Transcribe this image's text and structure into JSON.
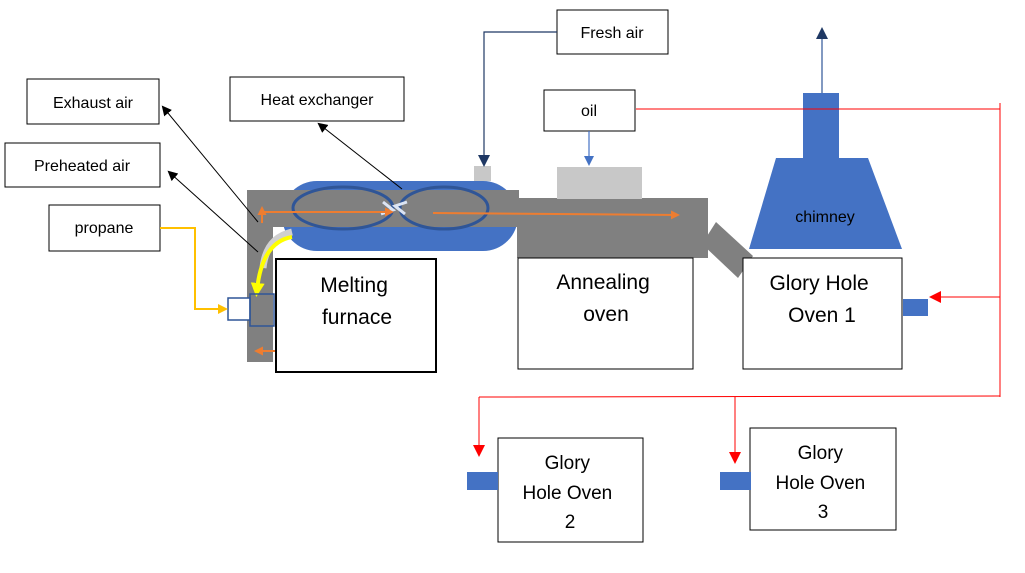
{
  "labels": {
    "exhaust_air": "Exhaust air",
    "heat_exchanger": "Heat exchanger",
    "fresh_air": "Fresh air",
    "oil": "oil",
    "preheated_air": "Preheated air",
    "propane": "propane",
    "chimney": "chimney",
    "melting_furnace_line1": "Melting",
    "melting_furnace_line2": "furnace",
    "annealing_line1": "Annealing",
    "annealing_line2": "oven",
    "ghoven1_line1": "Glory Hole",
    "ghoven1_line2": "Oven 1",
    "ghoven2_line1": "Glory",
    "ghoven2_line2": "Hole Oven",
    "ghoven2_line3": "2",
    "ghoven3_line1": "Glory",
    "ghoven3_line2": "Hole Oven",
    "ghoven3_line3": "3"
  },
  "colors": {
    "duct_gray": "#808080",
    "light_gray": "#c8c8c8",
    "blue": "#4472c4",
    "dark_blue": "#1f3864",
    "orange": "#ed7d31",
    "yellow": "#ffff00",
    "propane_line": "#ffc000",
    "oil_line": "#ff0000",
    "black": "#000000"
  }
}
